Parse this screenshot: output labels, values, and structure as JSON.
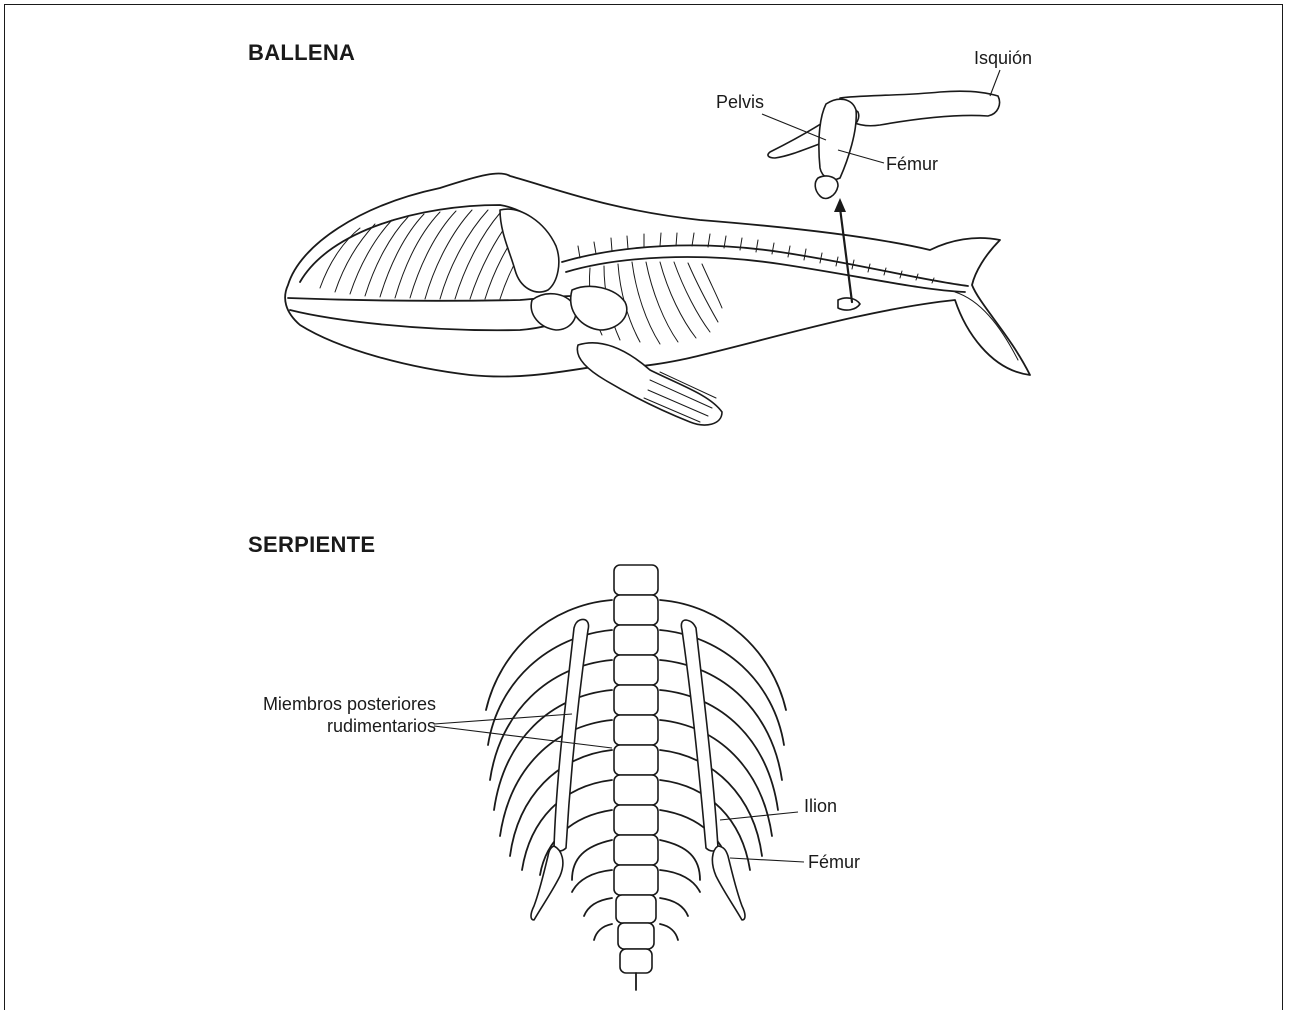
{
  "sections": {
    "whale": {
      "title": "BALLENA",
      "labels": {
        "isquion": "Isquión",
        "pelvis": "Pelvis",
        "femur": "Fémur"
      }
    },
    "snake": {
      "title": "SERPIENTE",
      "labels": {
        "miembros_line1": "Miembros posteriores",
        "miembros_line2": "rudimentarios",
        "ilion": "Ilion",
        "femur": "Fémur"
      }
    }
  },
  "colors": {
    "ink": "#1a1a1a",
    "background": "#ffffff"
  }
}
